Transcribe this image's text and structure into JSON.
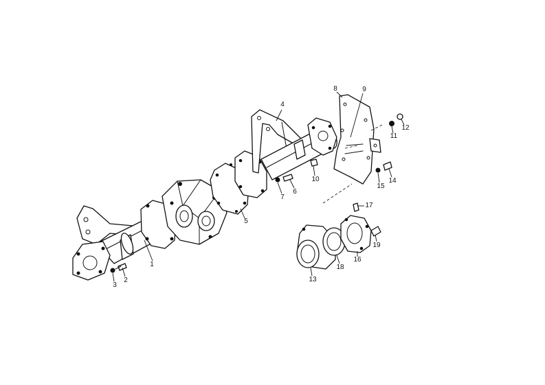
{
  "callouts": [
    "1",
    "2",
    "3",
    "4",
    "5",
    "6",
    "7",
    "8",
    "9",
    "10",
    "11",
    "12",
    "13",
    "14",
    "15",
    "16",
    "17",
    "18",
    "19"
  ],
  "colors": {
    "line": "#111111",
    "background": "#ffffff"
  }
}
